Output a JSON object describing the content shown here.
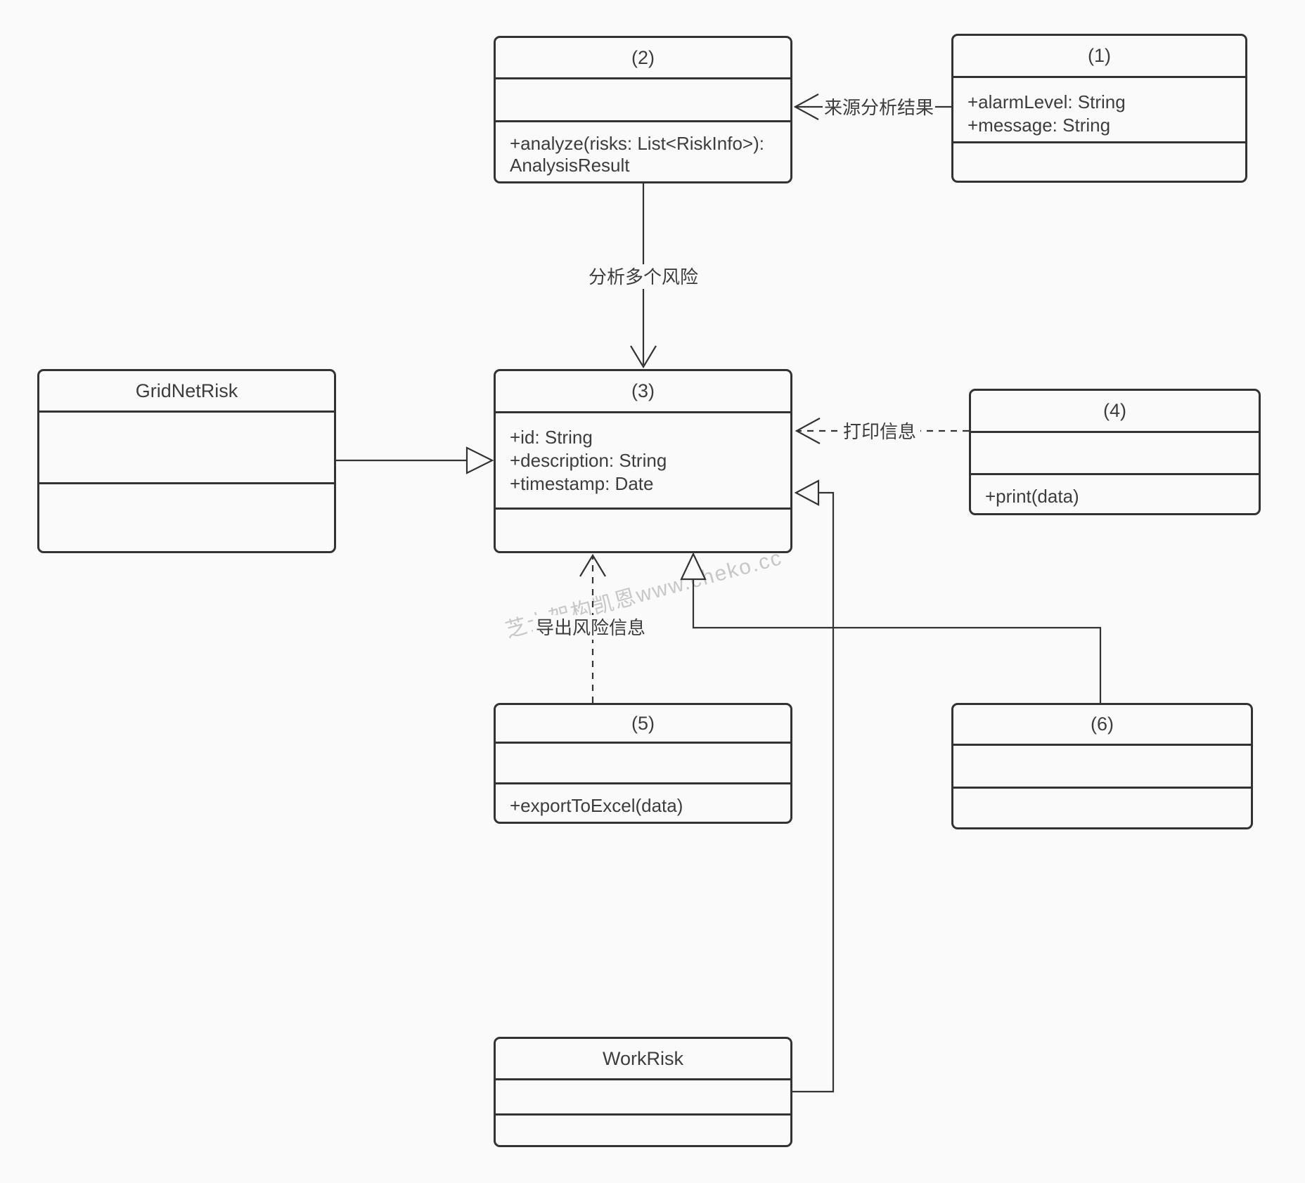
{
  "colors": {
    "background": "#fafafa",
    "line": "#333333",
    "text": "#3d3d3d",
    "watermark": "#c7c7c7"
  },
  "watermark": {
    "text": "芝士架构凯恩www.cheko.cc"
  },
  "classes": {
    "c1": {
      "title": "(1)",
      "attr1": "+alarmLevel: String",
      "attr2": "+message: String"
    },
    "c2": {
      "title": "(2)",
      "method_line1": "+analyze(risks: List<RiskInfo>):",
      "method_line2": "AnalysisResult"
    },
    "c3": {
      "title": "(3)",
      "attr1": "+id: String",
      "attr2": "+description: String",
      "attr3": "+timestamp: Date"
    },
    "c4": {
      "title": "(4)",
      "method": "+print(data)"
    },
    "c5": {
      "title": "(5)",
      "method": "+exportToExcel(data)"
    },
    "c6": {
      "title": "(6)"
    },
    "gridnetrisk": {
      "title": "GridNetRisk"
    },
    "workrisk": {
      "title": "WorkRisk"
    }
  },
  "edge_labels": {
    "source_analysis_result": "来源分析结果",
    "analyze_multiple_risks": "分析多个风险",
    "print_info": "打印信息",
    "export_risk_info": "导出风险信息"
  }
}
